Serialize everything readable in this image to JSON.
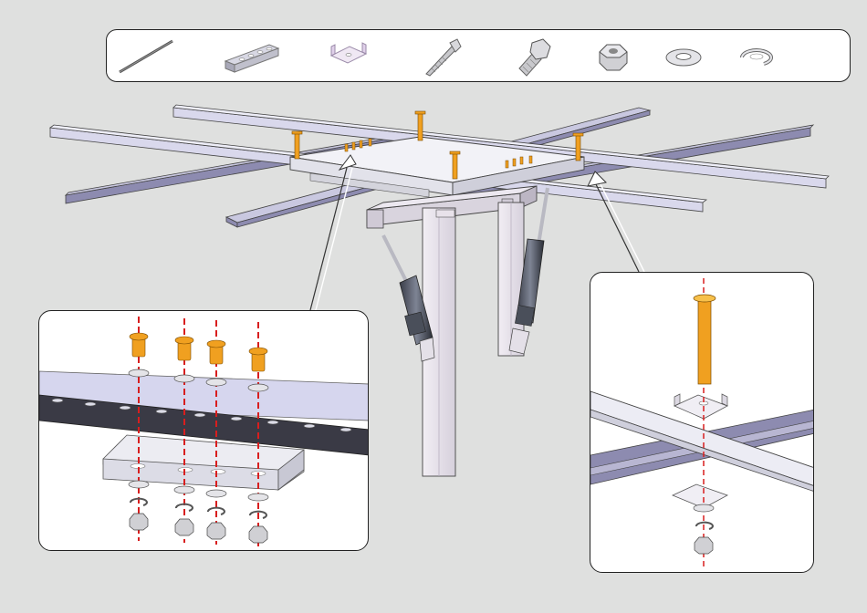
{
  "figure": {
    "background": "#dfe0df",
    "accent_bolt": "#f0a020",
    "axis_line": "#d81e1e",
    "beam_color": "#c9c8e0",
    "beam_dark": "#8d8bb0"
  },
  "parts": [
    {
      "name": "threaded-rod",
      "icon": "rod-icon"
    },
    {
      "name": "channel-rail",
      "icon": "channel-icon"
    },
    {
      "name": "u-bracket",
      "icon": "bracket-icon"
    },
    {
      "name": "long-bolt",
      "icon": "long-bolt-icon"
    },
    {
      "name": "hex-bolt",
      "icon": "hex-bolt-icon"
    },
    {
      "name": "hex-nut",
      "icon": "nut-icon"
    },
    {
      "name": "flat-washer",
      "icon": "washer-icon"
    },
    {
      "name": "spring-washer",
      "icon": "spring-washer-icon"
    }
  ]
}
